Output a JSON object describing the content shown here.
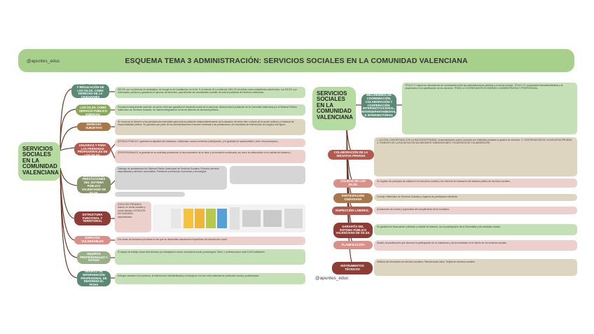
{
  "header": {
    "handle": "@apuntes_educ",
    "title": "ESQUEMA TEMA 3 ADMINISTRACIÓN: SERVICIOS SOCIALES EN LA COMUNIDAD VALENCIANA"
  },
  "left": {
    "root": "SERVICIOS SOCIALES EN LA COMUNIDAD VALENCIANA",
    "nodes": [
      {
        "label": "CONCEPTUALIZACIÓN Y REGULACIÓN DE LOS SS.SS. COMO DERECHO DE LA CIUDADANÍA",
        "text": "(SS.SS. son un derecho de ciudadanía, se recoge en la Constitución, en el art. 9, el artículo 41 y el artículo 148.1.20 se define como competencia autonómica. Los SS.SS. son universales, públicos y garantizan el ejercicio de derechos, para atender las necesidades sociales de toda la población del territorio valenciano."
      },
      {
        "label": "DECLARACIÓN DE LOS SS.SS. COMO SERVICIO PÚBLICO ESENCIAL",
        "text": "Prestación básicamente esencial, de primer nivel que garantiza el desarrollo social de la personas. Abarca toda la población de la Comunitat Valenciana por el Sistema Público Valenciano de Servicios Sociales, de manera integrada en la red de atención de servicios públicos."
      },
      {
        "label": "DERECHO SUBJETIVO",
        "text": "Se reconoce el derecho a las prestaciones esenciales para toda la población independientemente de la situación de renta, bien a través de la acción pública y el sistema de responsabilidad pública. Se garantiza por parte de las administraciones el acceso universal a las prestaciones, sin necesidad de intervención de ninguna otra figura."
      },
      {
        "label": "SON LAS PERSONAS USUARIAS Y PARA LAS PERSONAS PROFESIONALES DE LOS SS.SS.",
        "text": "(ESTADO PÚBLICO, garantiza la dignidad del ciudadano, solidaridad, acceso universal, participación, y la igualdad de oportunidades, entre otros principios.)"
      },
      {
        "label": "",
        "text": "(PROFESIONALES: la garantía de su actividad profesional, el reconocimiento de su labor y la formación continuada, así como la colaboración en la calidad del sistema.)"
      },
      {
        "label": "CATÁLOGO DE PRESTACIONES DEL SISTEMA PÚBLICO VALENCIANO DE SS.SS.",
        "text": "Catálogo de prestaciones del Sistema Público Valenciano de Servicios Sociales: Primaria, atención especializada y atención comunitaria. Prestación profesional, económica y tecnológica."
      },
      {
        "label": "ESTRUCTURA FUNCIONAL Y TERRITORIAL",
        "text": "ATENCIÓN PRIMARIA: básica, en áreas sociales y zonas básicas. ATENCIÓN SECUNDARIA: especializada."
      },
      {
        "label": "ESPACIOS VULNERABLES",
        "text": "Son áreas de actuación prioritaria en las que se desarrollan actuaciones específicas de intervención social."
      },
      {
        "label": "EQUIPOS PROFESIONALES Y RATIOS",
        "text": "El equipo de trabajo social está formado por trabajador/a social, educador/a social y psicólogo/a. Ratio: 1 profesional por cada 5.000 habitantes."
      },
      {
        "label": "MODELO DE INTERVENCIÓN PROFESIONAL DE REFERENCIA: FICHA",
        "text": "Enfoque centrado en la persona, la intervención individualizada y el trabajo en red con otros sistemas de protección social y profesionales."
      }
    ]
  },
  "right": {
    "root": "SERVICIOS SOCIALES EN LA COMUNIDAD VALENCIANA",
    "footer_handle": "@apuntes_educ",
    "nodes": [
      {
        "label": "MECANISMOS DE COORDINACIÓN, COLABORACIÓN Y COOPERACIÓN: INTERINSTITUCIONAL, INTERDEPARTAMENTAL E INTERSECTORIAL",
        "text": "TÍTULO V: regula los mecanismos de coordinación entre las administraciones públicas y el sector privado. TÍTULO VI: cooperación interadministrativa y la cooperación en la planificación de los servicios. TRATAL A COORDINACIÓN ECONÓMICO, ADMINISTRATIVA Y PROFESIONAL."
      },
      {
        "label": "COLABORACIÓN DE LA INICIATIVA PRIVADA",
        "text": "1. ACCIÓN CONCERTADA CON LA INICIATIVA PRIVADA: la administración podrá concertar con entidades privadas la gestión de servicios. 2. CONTRATACIÓN DE LA INICIATIVA PRIVADA. 3. FOMENTO DE LA INICIATIVA SOCIAL MEDIANTE SUBVENCIONES Y ACUERDOS DE COLABORACIÓN."
      },
      {
        "label": "CALIDAD DE LOS SS.SS.",
        "text": "Se regulan los principios de calidad en los servicios sociales y los criterios de evaluación del sistema público de servicios sociales."
      },
      {
        "label": "PARTICIPACIÓN CIUDADANA",
        "text": "Consejo Valenciano de Servicios Sociales y órganos de participación territorial."
      },
      {
        "label": "INSPECCIÓN LABORAL",
        "text": "Actuaciones de control y supervisión del cumplimiento de la normativa."
      },
      {
        "label": "GARANTÍA DEL SISTEMA PÚBLICO VALENCIANO DE SS.SS.",
        "text": "Se garantiza la financiación suficiente y estable del sistema, con la participación de la Generalitat y las entidades locales."
      },
      {
        "label": "PLANIFICACIÓN",
        "text": "Modelo de planificación que favorece la participación de la ciudadanía y de las entidades en el diseño de los servicios sociales."
      },
      {
        "label": "INSTRUMENTOS TÉCNICOS",
        "text": "Sistema de información de servicios sociales. Historia social única. Tarjeta de servicios sociales."
      }
    ]
  },
  "colors": {
    "header": "#a8d08d",
    "root": "#b6dba0",
    "green_box": "#c5dfb7",
    "tan_box": "#ddd5bf",
    "pink_box": "#ecd0cb",
    "grey_box": "#d5d5d5"
  }
}
